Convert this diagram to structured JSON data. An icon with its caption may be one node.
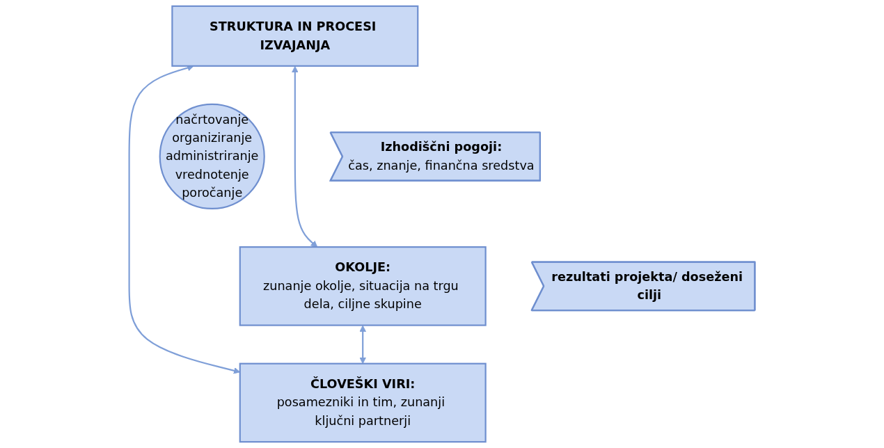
{
  "diagram": {
    "nodes": [
      {
        "text": [
          "STRUKTURA IN PROCESI IZVAJANJA"
        ]
      },
      {
        "text": [
          "Izhodiščni pogoji:",
          "čas, znanje, finančna sredstva"
        ]
      },
      {
        "text": [
          "načrtovanje",
          "organiziranje",
          "administriranje",
          "vrednotenje",
          "poročanje"
        ]
      },
      {
        "text": [
          "rezultati projekta/ doseženi cilji"
        ]
      },
      {
        "text": [
          "OKOLJE:",
          "zunanje okolje, situacija na trgu dela, ciljne skupine"
        ]
      },
      {
        "text": [
          "ČLOVEŠKI VIRI:",
          "posamezniki in tim, zunanji ključni partnerji"
        ]
      }
    ],
    "edges": [
      {
        "from": 0,
        "to": 4,
        "arrow": "both"
      },
      {
        "from": 0,
        "to": 5,
        "arrow": "both"
      },
      {
        "from": 4,
        "to": 5,
        "arrow": "both"
      }
    ]
  }
}
